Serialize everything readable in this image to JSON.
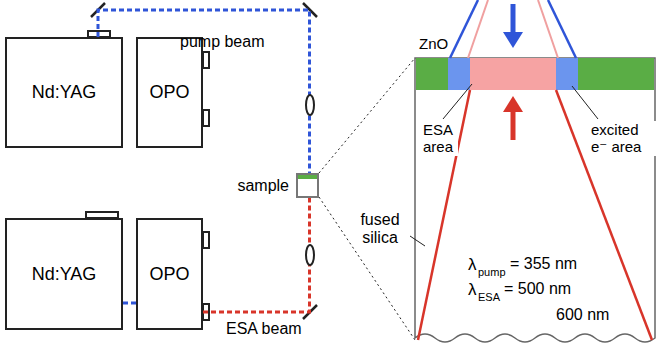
{
  "diagram": {
    "nodes": [
      {
        "text": [
          "Nd:YAG"
        ]
      },
      {
        "text": [
          "OPO"
        ]
      },
      {
        "text": [
          "sample"
        ]
      },
      {
        "text": [
          "Nd:YAG"
        ]
      },
      {
        "text": [
          "OPO"
        ]
      }
    ],
    "edges": [
      {
        "from": 0,
        "to": 2,
        "arrow": "none"
      },
      {
        "from": 3,
        "to": 4,
        "arrow": "none"
      },
      {
        "from": 4,
        "to": 2,
        "arrow": "none"
      }
    ],
    "labels": [
      "pump beam",
      "ESA beam",
      "ZnO",
      "ESA area",
      "excited e⁻ area",
      "fused silica",
      "λ",
      "pump",
      "= 355 nm",
      "λ",
      "ESA",
      "= 500 nm",
      "600 nm"
    ]
  }
}
